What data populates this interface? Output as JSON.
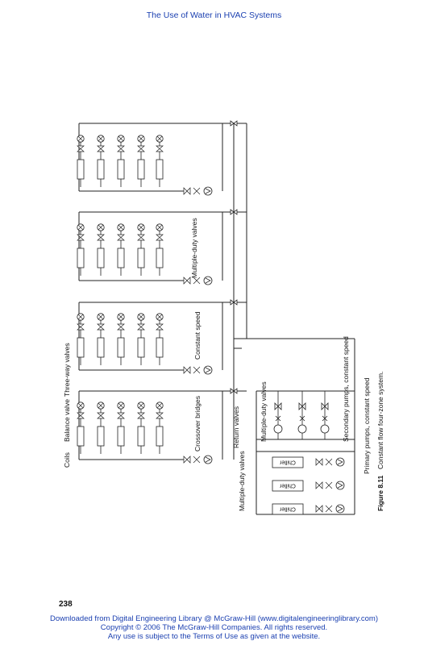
{
  "header": {
    "running_title": "The Use of Water in HVAC Systems"
  },
  "diagram": {
    "labels": {
      "coils": "Coils",
      "balance_valve": "Balance valve",
      "three_way_valves": "Three-way valves",
      "crossover_bridges": "Crossover bridges",
      "constant_speed": "Constant speed",
      "multiple_duty_valves_zone": "Multiple-duty valves",
      "return_valves": "Return valves",
      "multiple_duty_valves_secondary": "Multiple-duty valves",
      "multiple_duty_valves_primary": "Multiple-duty valves",
      "secondary_pumps": "Secondary pumps, constant speed",
      "primary_pumps": "Primary pumps, constant speed",
      "chiller": "Chiller"
    },
    "caption_label": "Figure 8.11",
    "caption_text": "Constant flow four-zone system."
  },
  "page": {
    "number": "238"
  },
  "footer": {
    "line1": "Downloaded from Digital Engineering Library @ McGraw-Hill (www.digitalengineeringlibrary.com)",
    "line2": "Copyright © 2006 The McGraw-Hill Companies. All rights reserved.",
    "line3": "Any use is subject to the Terms of Use as given at the website."
  }
}
